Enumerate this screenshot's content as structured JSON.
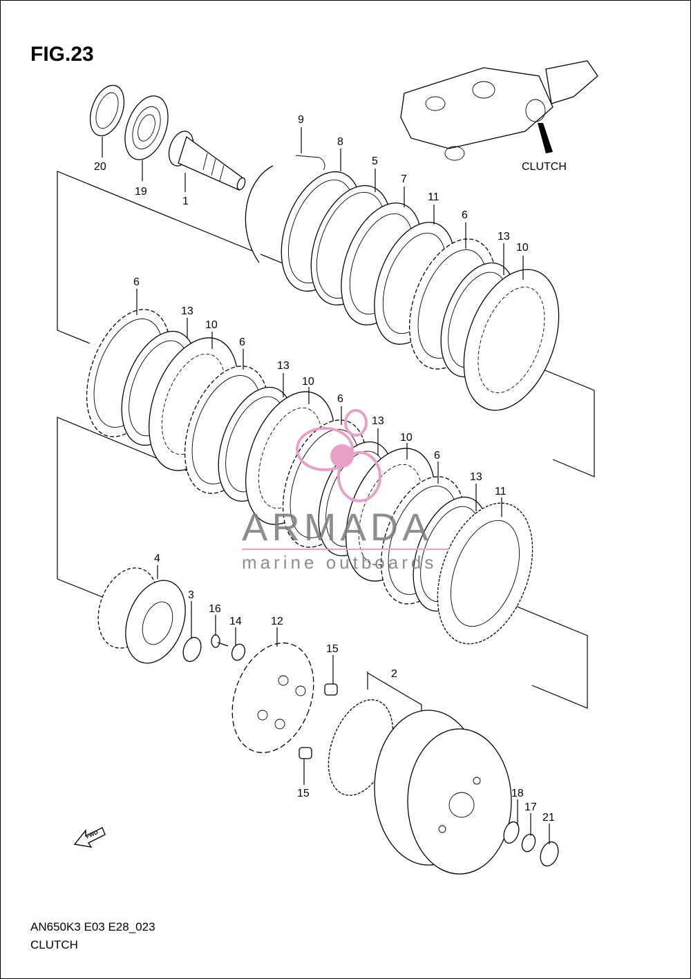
{
  "figure": {
    "title": "FIG.23"
  },
  "assembly_label": "CLUTCH",
  "callouts": [
    "20",
    "19",
    "1",
    "9",
    "8",
    "5",
    "7",
    "11",
    "6",
    "13",
    "10",
    "6",
    "13",
    "10",
    "6",
    "13",
    "10",
    "6",
    "13",
    "10",
    "6",
    "13",
    "11",
    "4",
    "3",
    "16",
    "14",
    "12",
    "15",
    "2",
    "15",
    "18",
    "17",
    "21"
  ],
  "fwd_label": "FWD",
  "watermark": {
    "title": "ARMADA",
    "subtitle": "marine outboards",
    "accent_color": "#e8a0c8"
  },
  "footer": {
    "code": "AN650K3 E03 E28_023",
    "name": "CLUTCH"
  }
}
